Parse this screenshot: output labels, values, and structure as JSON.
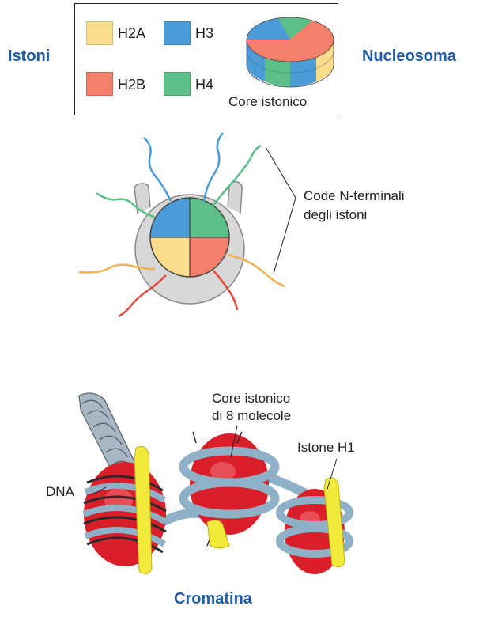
{
  "titles": {
    "istoni": "Istoni",
    "nucleosoma": "Nucleosoma",
    "cromatina": "Cromatina"
  },
  "legend": {
    "items": [
      {
        "label": "H2A",
        "color": "#f9dd8c"
      },
      {
        "label": "H3",
        "color": "#4a9bd8"
      },
      {
        "label": "H2B",
        "color": "#f47f6a"
      },
      {
        "label": "H4",
        "color": "#5bbf88"
      }
    ],
    "core_label": "Core istonico"
  },
  "nucleosome_diagram": {
    "tails_label_line1": "Code N-terminali",
    "tails_label_line2": "degli istoni"
  },
  "chromatin_diagram": {
    "core_label_line1": "Core istonico",
    "core_label_line2": "di 8 molecole",
    "h1_label": "Istone H1",
    "dna_label": "DNA"
  }
}
